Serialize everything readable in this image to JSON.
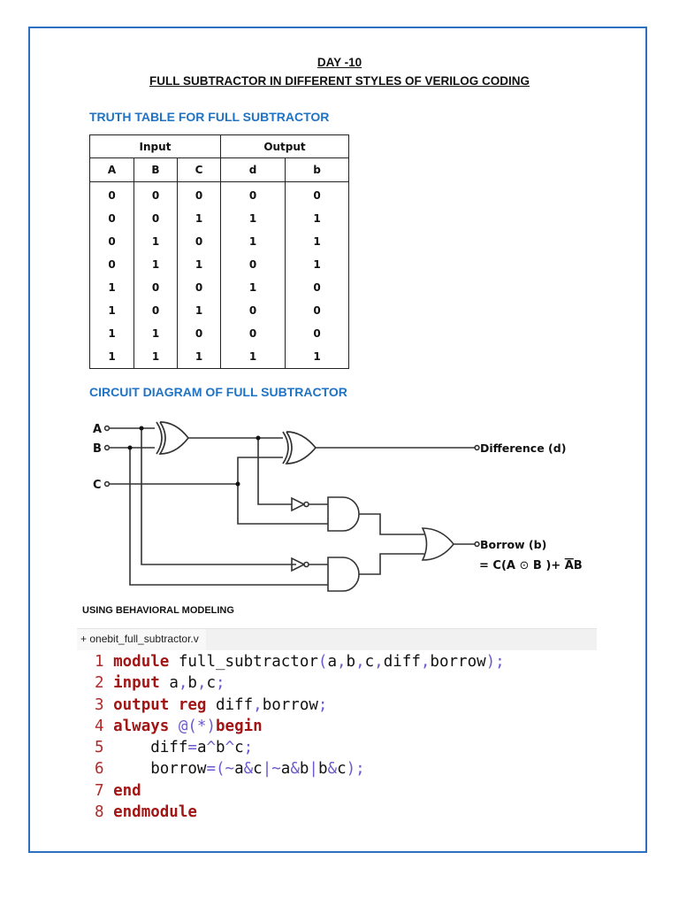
{
  "document": {
    "title_line1": "DAY -10",
    "title_line2": "FULL SUBTRACTOR IN DIFFERENT STYLES OF VERILOG CODING",
    "border_color": "#2e6fc0",
    "accent_color": "#1f73c4"
  },
  "truth_table": {
    "heading": "TRUTH TABLE FOR FULL SUBTRACTOR",
    "group_headers": [
      "Input",
      "Output"
    ],
    "columns": [
      "A",
      "B",
      "C",
      "d",
      "b"
    ],
    "rows": [
      [
        "0",
        "0",
        "0",
        "0",
        "0"
      ],
      [
        "0",
        "0",
        "1",
        "1",
        "1"
      ],
      [
        "0",
        "1",
        "0",
        "1",
        "1"
      ],
      [
        "0",
        "1",
        "1",
        "0",
        "1"
      ],
      [
        "1",
        "0",
        "0",
        "1",
        "0"
      ],
      [
        "1",
        "0",
        "1",
        "0",
        "0"
      ],
      [
        "1",
        "1",
        "0",
        "0",
        "0"
      ],
      [
        "1",
        "1",
        "1",
        "1",
        "1"
      ]
    ]
  },
  "circuit": {
    "heading": "CIRCUIT DIAGRAM OF FULL SUBTRACTOR",
    "inputs": [
      "A",
      "B",
      "C"
    ],
    "gates": [
      "xor-1",
      "xor-2",
      "not-1",
      "not-2",
      "and-1",
      "and-2",
      "or-1"
    ],
    "output_difference": "Difference (d)",
    "output_borrow": "Borrow (b)",
    "borrow_formula_prefix": "= C(A ",
    "borrow_formula_symbol": "⊙",
    "borrow_formula_mid": " B )+ ",
    "borrow_formula_abar": "A",
    "borrow_formula_end": "B"
  },
  "behavioral": {
    "heading": "USING BEHAVIORAL MODELING",
    "file_tab": "+ onebit_full_subtractor.v",
    "lines": [
      {
        "n": "1",
        "parts": [
          {
            "t": "kw",
            "v": "module"
          },
          {
            "t": "tx",
            "v": " full_subtractor"
          },
          {
            "t": "op",
            "v": "("
          },
          {
            "t": "tx",
            "v": "a"
          },
          {
            "t": "op",
            "v": ","
          },
          {
            "t": "tx",
            "v": "b"
          },
          {
            "t": "op",
            "v": ","
          },
          {
            "t": "tx",
            "v": "c"
          },
          {
            "t": "op",
            "v": ","
          },
          {
            "t": "tx",
            "v": "diff"
          },
          {
            "t": "op",
            "v": ","
          },
          {
            "t": "tx",
            "v": "borrow"
          },
          {
            "t": "op",
            "v": ");"
          }
        ]
      },
      {
        "n": "2",
        "parts": [
          {
            "t": "kw",
            "v": "input"
          },
          {
            "t": "tx",
            "v": " a"
          },
          {
            "t": "op",
            "v": ","
          },
          {
            "t": "tx",
            "v": "b"
          },
          {
            "t": "op",
            "v": ","
          },
          {
            "t": "tx",
            "v": "c"
          },
          {
            "t": "op",
            "v": ";"
          }
        ]
      },
      {
        "n": "3",
        "parts": [
          {
            "t": "kw",
            "v": "output reg"
          },
          {
            "t": "tx",
            "v": " diff"
          },
          {
            "t": "op",
            "v": ","
          },
          {
            "t": "tx",
            "v": "borrow"
          },
          {
            "t": "op",
            "v": ";"
          }
        ]
      },
      {
        "n": "4",
        "parts": [
          {
            "t": "kw",
            "v": "always"
          },
          {
            "t": "op",
            "v": " @(*)"
          },
          {
            "t": "kw",
            "v": "begin"
          }
        ]
      },
      {
        "n": "5",
        "parts": [
          {
            "t": "tx",
            "v": "    diff"
          },
          {
            "t": "op",
            "v": "="
          },
          {
            "t": "tx",
            "v": "a"
          },
          {
            "t": "op",
            "v": "^"
          },
          {
            "t": "tx",
            "v": "b"
          },
          {
            "t": "op",
            "v": "^"
          },
          {
            "t": "tx",
            "v": "c"
          },
          {
            "t": "op",
            "v": ";"
          }
        ]
      },
      {
        "n": "6",
        "parts": [
          {
            "t": "tx",
            "v": "    borrow"
          },
          {
            "t": "op",
            "v": "=(~"
          },
          {
            "t": "tx",
            "v": "a"
          },
          {
            "t": "op",
            "v": "&"
          },
          {
            "t": "tx",
            "v": "c"
          },
          {
            "t": "op",
            "v": "|~"
          },
          {
            "t": "tx",
            "v": "a"
          },
          {
            "t": "op",
            "v": "&"
          },
          {
            "t": "tx",
            "v": "b"
          },
          {
            "t": "op",
            "v": "|"
          },
          {
            "t": "tx",
            "v": "b"
          },
          {
            "t": "op",
            "v": "&"
          },
          {
            "t": "tx",
            "v": "c"
          },
          {
            "t": "op",
            "v": ");"
          }
        ]
      },
      {
        "n": "7",
        "parts": [
          {
            "t": "kw",
            "v": "end"
          }
        ]
      },
      {
        "n": "8",
        "parts": [
          {
            "t": "kw",
            "v": "endmodule"
          }
        ]
      }
    ]
  }
}
